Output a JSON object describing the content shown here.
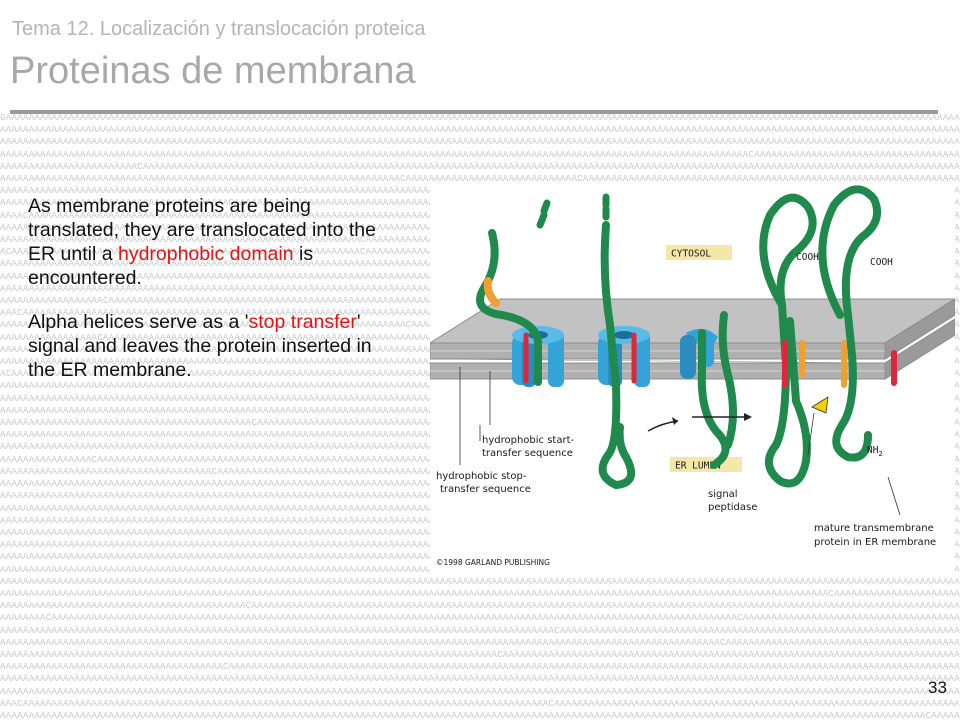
{
  "header": {
    "subtitle": "Tema 12. Localización y translocación proteica",
    "title": "Proteinas de membrana"
  },
  "body": {
    "p1_a": "As membrane proteins are being translated, they are translocated into the ER until a ",
    "p1_highlight": "hydrophobic domain",
    "p1_b": " is encountered.",
    "p2_a": "Alpha helices serve as a '",
    "p2_highlight": "stop transfer",
    "p2_b": "' signal and leaves the protein inserted in the ER membrane."
  },
  "figure": {
    "label_cytosol": "CYTOSOL",
    "label_er_lumen": "ER LUMEN",
    "label_cooh_1": "COOH",
    "label_cooh_2": "COOH",
    "label_nh2": "NH",
    "label_nh2_sub": "2",
    "start_line1": "hydrophobic start-",
    "start_line2": "transfer sequence",
    "stop_line1": "hydrophobic stop-",
    "stop_line2": "transfer sequence",
    "signal_line1": "signal",
    "signal_line2": "peptidase",
    "mature_line1": "mature transmembrane",
    "mature_line2": "protein in ER membrane",
    "copyright": "©1998 GARLAND PUBLISHING"
  },
  "footer": {
    "page_number": "33"
  },
  "colors": {
    "protein_green": "#1f8a4c",
    "hydrophobic_orange": "#f0a030",
    "stop_red": "#e0263a",
    "channel_blue": "#35a3d8",
    "membrane_gray": "#a0a0a0",
    "highlight_red": "#e01515"
  }
}
